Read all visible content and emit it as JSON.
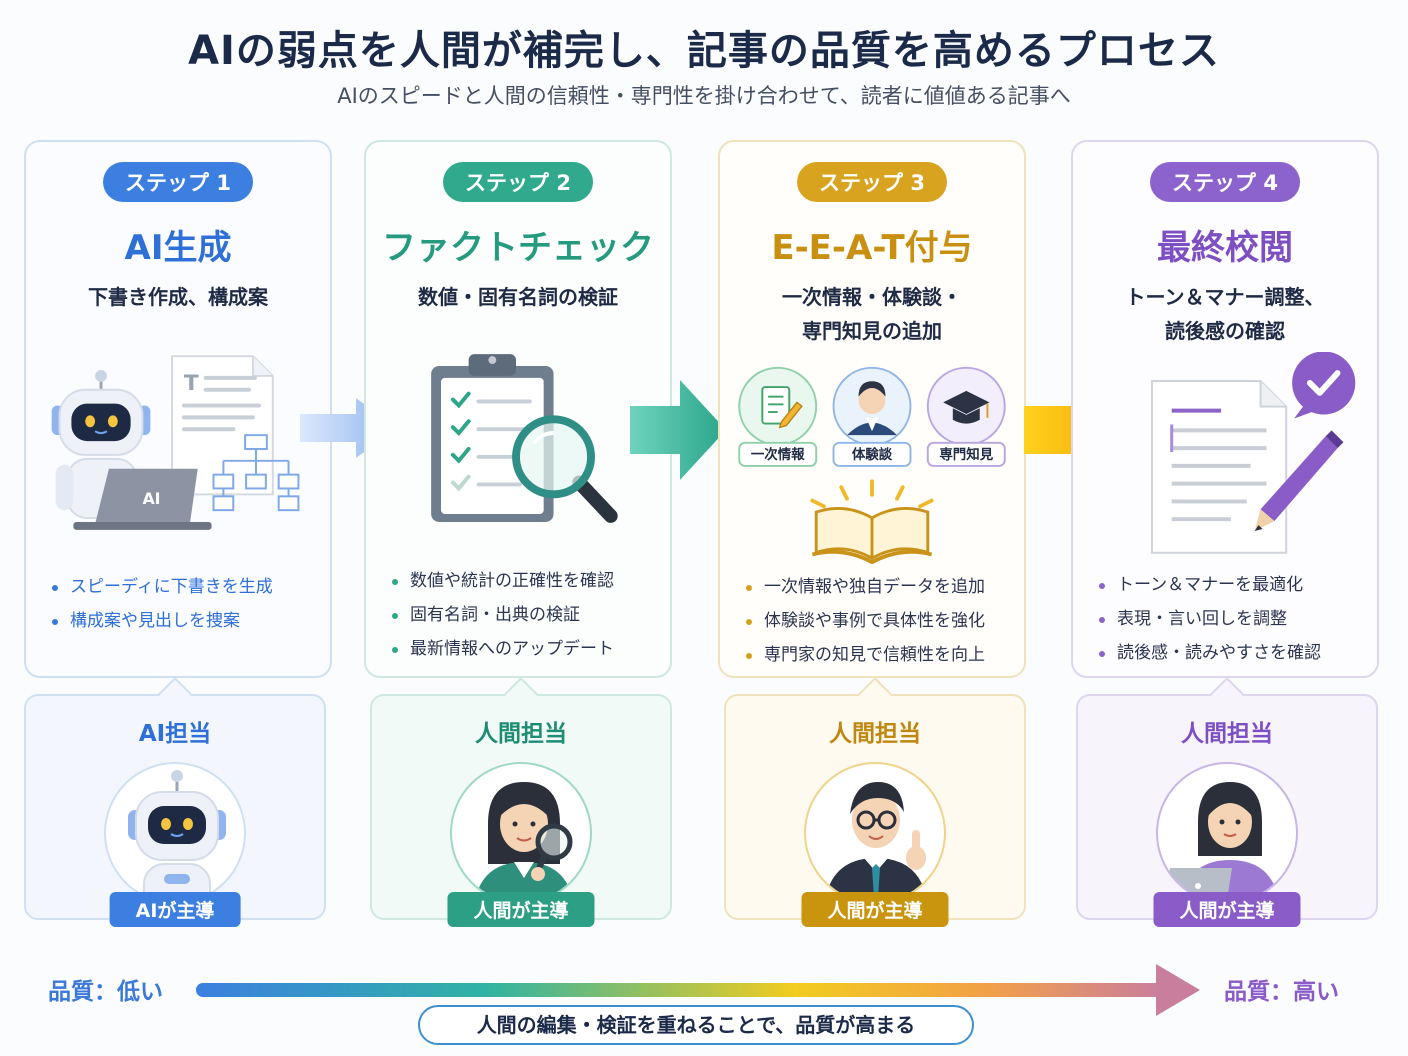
{
  "header": {
    "title": "AIの弱点を人間が補完し、記事の品質を高めるプロセス",
    "subtitle": "AIのスピードと人間の信頼性・専門性を掛け合わせて、読者に値値ある記事へ"
  },
  "steps": [
    {
      "step_label": "ステップ 1",
      "heading": "AI生成",
      "description": "下書き作成、構成案",
      "illustration_text": "AI",
      "bullets": [
        "スピーディに下書きを生成",
        "構成案や見出しを捜案"
      ],
      "role_title": "AI担当",
      "lead_label": "AIが主導",
      "color": "#3c7fe0"
    },
    {
      "step_label": "ステップ 2",
      "heading": "ファクトチェック",
      "description": "数値・固有名詞の検証",
      "bullets": [
        "数値や統計の正確性を確認",
        "固有名詞・出典の検証",
        "最新情報へのアップデート"
      ],
      "role_title": "人間担当",
      "lead_label": "人間が主導",
      "color": "#31a98c"
    },
    {
      "step_label": "ステップ 3",
      "heading": "E-E-A-T付与",
      "description": "一次情報・体験談・\n専門知見の追加",
      "icon_labels": [
        "一次情報",
        "体験談",
        "専門知見"
      ],
      "bullets": [
        "一次情報や独自データを追加",
        "体験談や事例で具体性を強化",
        "専門家の知見で信頼性を向上"
      ],
      "role_title": "人間担当",
      "lead_label": "人間が主導",
      "color": "#d8a420"
    },
    {
      "step_label": "ステップ 4",
      "heading": "最終校閲",
      "description": "トーン＆マナー調整、\n読後感の確認",
      "bullets": [
        "トーン＆マナーを最適化",
        "表現・言い回しを調整",
        "読後感・読みやすさを確認"
      ],
      "role_title": "人間担当",
      "lead_label": "人間が主導",
      "color": "#8c63cc"
    }
  ],
  "quality": {
    "low_label": "品質：低い",
    "high_label": "品質：高い",
    "footer": "人間の編集・検証を重ねることで、品質が高まる"
  }
}
